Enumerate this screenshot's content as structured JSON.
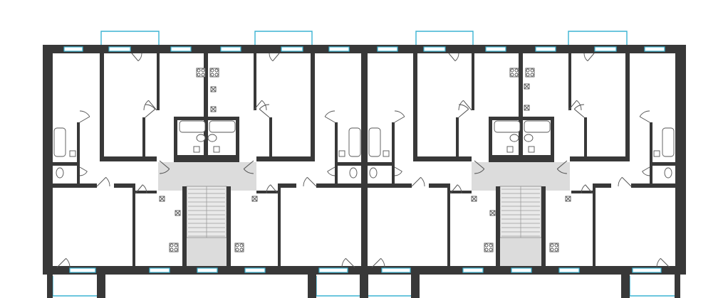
{
  "plan": {
    "type": "residential floor plan",
    "sections": 2,
    "apartments_per_section": 4,
    "colors": {
      "wall": "#383838",
      "window": "#3bb4d2",
      "stair_hall": "#dcdcdc",
      "background": "#ffffff"
    },
    "icons": [
      "door-swing-icon",
      "bathtub-icon",
      "toilet-icon",
      "sink-icon",
      "stove-icon",
      "vent-icon",
      "staircase-icon",
      "window-icon",
      "balcony-icon"
    ]
  }
}
